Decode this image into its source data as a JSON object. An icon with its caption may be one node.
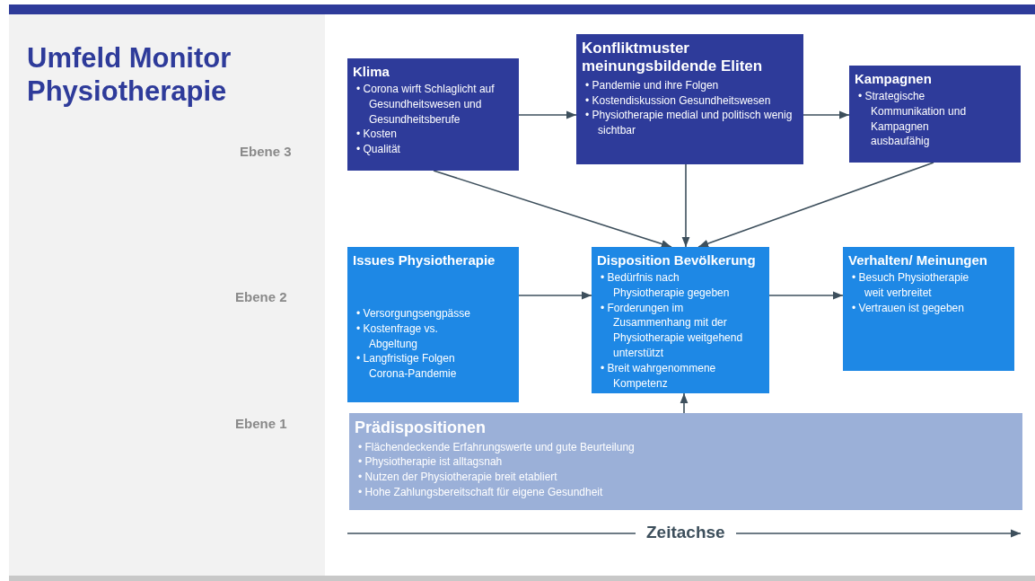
{
  "diagram": {
    "title": "Umfeld Monitor Physiotherapie",
    "nodes": [
      {
        "text": [
          "Klima",
          "• Corona wirft Schlaglicht auf Gesundheitswesen und Gesundheitsberufe",
          "• Kosten",
          "• Qualität"
        ]
      },
      {
        "text": [
          "Konfliktmuster meinungsbildende Eliten",
          "• Pandemie und ihre Folgen",
          "• Kostendiskussion Gesundheitswesen",
          "• Physiotherapie medial und politisch wenig sichtbar"
        ]
      },
      {
        "text": [
          "Kampagnen",
          "• Strategische Kommunikation und Kampagnen ausbaufähig"
        ]
      },
      {
        "text": [
          "Issues Physiotherapie",
          "• Versorgungsengpässe",
          "• Kostenfrage vs. Abgeltung",
          "• Langfristige Folgen Corona-Pandemie"
        ]
      },
      {
        "text": [
          "Disposition Bevölkerung",
          "• Bedürfnis nach Physiotherapie gegeben",
          "• Forderungen im Zusammenhang mit der Physiotherapie weitgehend unterstützt",
          "• Breit wahrgenommene Kompetenz"
        ]
      },
      {
        "text": [
          "Verhalten/ Meinungen",
          "• Besuch Physiotherapie weit verbreitet",
          "• Vertrauen ist gegeben"
        ]
      },
      {
        "text": [
          "Prädispositionen",
          "• Flächendeckende Erfahrungswerte und gute Beurteilung",
          "• Physiotherapie ist alltagsnah",
          "• Nutzen der Physiotherapie breit etabliert",
          "• Hohe Zahlungsbereitschaft für eigene Gesundheit"
        ]
      }
    ],
    "edges": [
      {
        "from": 0,
        "to": 1,
        "arrow": "to"
      },
      {
        "from": 1,
        "to": 2,
        "arrow": "to"
      },
      {
        "from": 0,
        "to": 4,
        "arrow": "to"
      },
      {
        "from": 1,
        "to": 4,
        "arrow": "to"
      },
      {
        "from": 2,
        "to": 4,
        "arrow": "to"
      },
      {
        "from": 3,
        "to": 4,
        "arrow": "to"
      },
      {
        "from": 4,
        "to": 5,
        "arrow": "to"
      },
      {
        "from": 6,
        "to": 4,
        "arrow": "to"
      }
    ],
    "labels": [
      "Ebene 3",
      "Ebene 2",
      "Ebene 1",
      "Zeitachse"
    ]
  }
}
